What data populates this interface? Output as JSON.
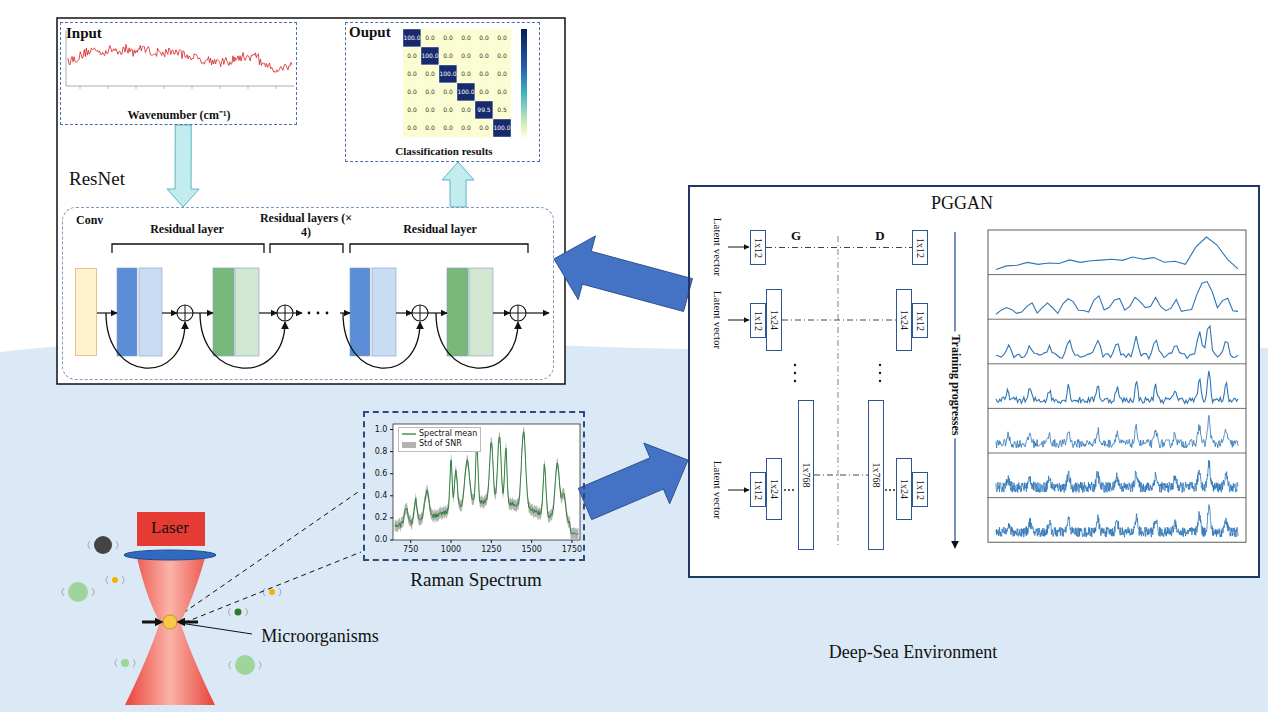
{
  "diagram": {
    "nodes": [
      {
        "text": [
          "Input",
          "Wavenumber (cm⁻¹)"
        ]
      },
      {
        "text": [
          "Ouput",
          "Classification results"
        ]
      },
      {
        "text": [
          "ResNet"
        ]
      },
      {
        "text": [
          "Conv"
        ],
        "in": 2
      },
      {
        "text": [
          "PGGAN"
        ]
      },
      {
        "text": [
          "1x12"
        ],
        "in": 4
      },
      {
        "text": [
          "1x12"
        ],
        "in": 4
      },
      {
        "text": [
          "1x12"
        ],
        "in": 4
      },
      {
        "text": [
          "1x24"
        ],
        "in": 4
      },
      {
        "text": [
          "1x24"
        ],
        "in": 4
      },
      {
        "text": [
          "1x12"
        ],
        "in": 4
      },
      {
        "text": [
          "1x12"
        ],
        "in": 4
      },
      {
        "text": [
          "1x24"
        ],
        "in": 4
      },
      {
        "text": [
          "1x768"
        ],
        "in": 4
      },
      {
        "text": [
          "1x768"
        ],
        "in": 4
      },
      {
        "text": [
          "1x24"
        ],
        "in": 4
      },
      {
        "text": [
          "1x12"
        ],
        "in": 4
      },
      {
        "text": [
          "Raman Spectrum"
        ]
      },
      {
        "text": [
          "Laser"
        ]
      }
    ],
    "edges": [
      {
        "from": 0,
        "to": 2,
        "arrow": "to"
      },
      {
        "from": 2,
        "to": 1,
        "arrow": "to"
      },
      {
        "from": 4,
        "to": 2,
        "arrow": "to"
      },
      {
        "from": 5,
        "to": 6,
        "arrow": "none"
      },
      {
        "from": 8,
        "to": 9,
        "arrow": "none"
      },
      {
        "from": 13,
        "to": 14,
        "arrow": "none"
      },
      {
        "from": 17,
        "to": 4,
        "arrow": "to"
      }
    ],
    "labels": [
      "100.0",
      "0.0",
      "0.0",
      "0.0",
      "0.0",
      "0.0",
      "0.0",
      "100.0",
      "0.0",
      "0.0",
      "0.0",
      "0.0",
      "0.0",
      "0.0",
      "100.0",
      "0.0",
      "0.0",
      "0.0",
      "0.0",
      "0.0",
      "0.0",
      "100.0",
      "0.0",
      "0.0",
      "0.0",
      "0.0",
      "0.0",
      "0.0",
      "99.5",
      "0.5",
      "0.0",
      "0.0",
      "0.0",
      "0.0",
      "0.0",
      "100.0",
      "Residual layer",
      "Residual layers (× 4)",
      "Residual layer",
      "G",
      "D",
      "Latent vector",
      "Latent vector",
      "Latent vector",
      "Training progresses",
      "1.0",
      "0.8",
      "0.6",
      "0.4",
      "0.2",
      "0.0",
      "750",
      "1000",
      "1250",
      "1500",
      "1750",
      "Microorganisms",
      "Deep-Sea Environment"
    ],
    "legend": [
      {
        "text": "Spectral mean"
      },
      {
        "text": "Std of SNR",
        "color": "#b3b3b3"
      }
    ]
  }
}
